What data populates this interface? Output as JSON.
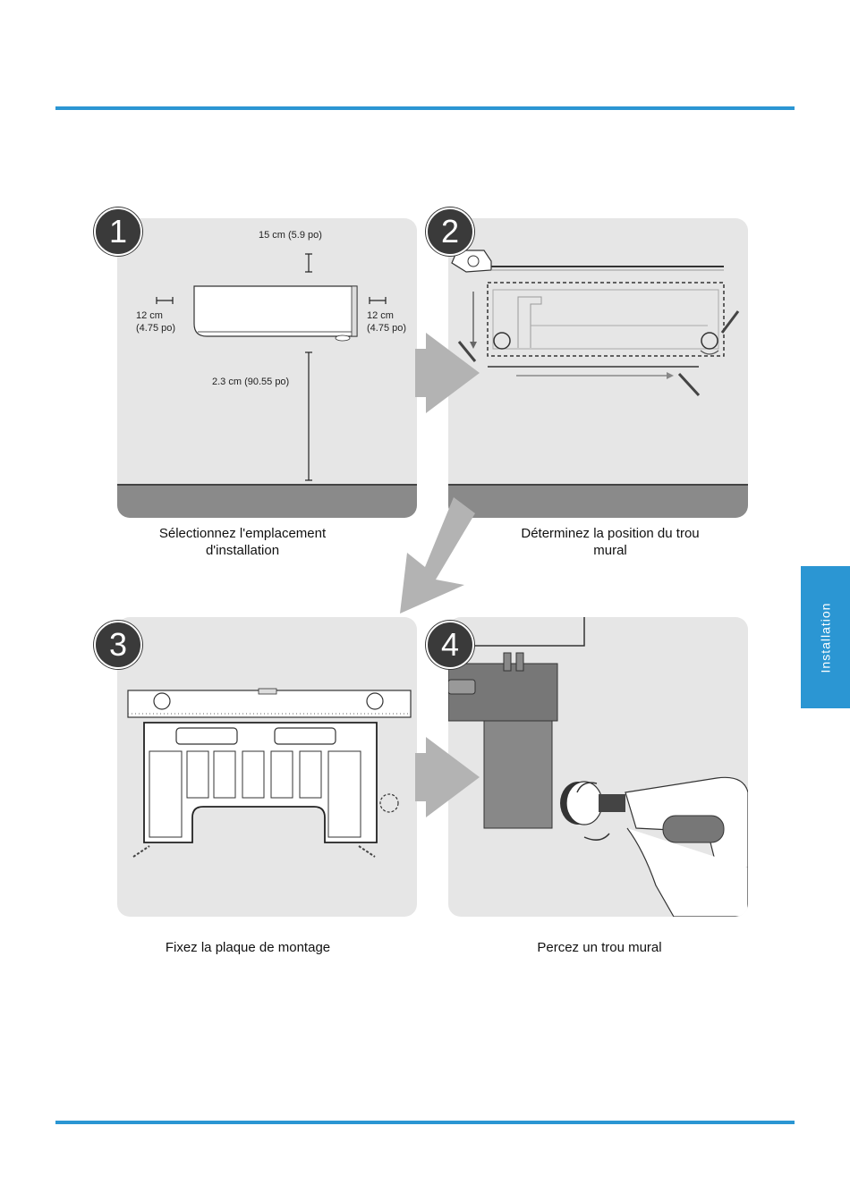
{
  "side_tab": {
    "label": "Installation"
  },
  "steps": [
    {
      "number": "1",
      "caption_line1": "Sélectionnez l'emplacement",
      "caption_line2": "d'installation"
    },
    {
      "number": "2",
      "caption_line1": "Déterminez la position du trou",
      "caption_line2": "mural"
    },
    {
      "number": "3",
      "caption_line1": "Fixez la plaque de montage",
      "caption_line2": ""
    },
    {
      "number": "4",
      "caption_line1": "Percez un trou mural",
      "caption_line2": ""
    }
  ],
  "step1_dims": {
    "top": "15 cm (5.9 po)",
    "left_line1": "12 cm",
    "left_line2": "(4.75 po)",
    "right_line1": "12 cm",
    "right_line2": "(4.75 po)",
    "bottom": "2.3 cm (90.55 po)"
  },
  "colors": {
    "accent": "#2b96d3",
    "panel": "#e6e6e6",
    "badge": "#3a3a3a",
    "arrow": "#b3b3b3",
    "floor": "#8a8a8a"
  }
}
